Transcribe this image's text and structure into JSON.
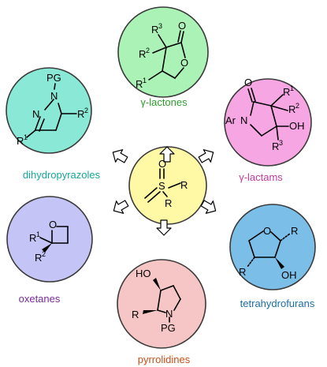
{
  "colors": {
    "gamma_lactones": "#aaf2b6",
    "dihydropyrazoles": "#8ae8d6",
    "gamma_lactams": "#f7a6e4",
    "sulfoximine_core": "#fff9a6",
    "oxetanes": "#c4c4f6",
    "tetrahydrofurans": "#7bbfe8",
    "pyrrolidines": "#f6c6c6"
  },
  "captions": {
    "gamma_lactones": "γ-lactones",
    "dihydropyrazoles": "dihydropyrazoles",
    "gamma_lactams": "γ-lactams",
    "oxetanes": "oxetanes",
    "tetrahydrofurans": "tetrahydrofurans",
    "pyrrolidines": "pyrrolidines"
  },
  "caption_colors": {
    "gamma_lactones": "#2e9b2e",
    "dihydropyrazoles": "#17a89a",
    "gamma_lactams": "#c23a9b",
    "oxetanes": "#7a2a9a",
    "tetrahydrofurans": "#1a6fa8",
    "pyrrolidines": "#c4501a"
  },
  "atoms": {
    "R": "R",
    "O": "O",
    "S": "S",
    "N": "N",
    "PG": "PG",
    "Ar": "Ar",
    "HO": "HO",
    "OH": "OH",
    "sup1": "1",
    "sup2": "2",
    "sup3": "3"
  }
}
